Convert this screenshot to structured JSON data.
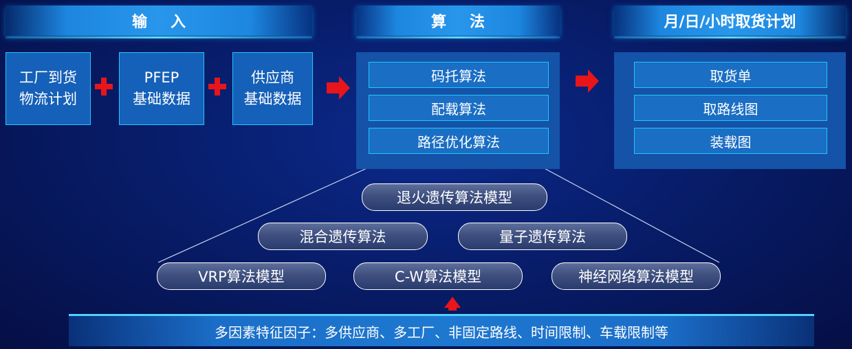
{
  "headers": {
    "input": "输入",
    "algorithm": "算法",
    "plan": "月/日/小时取货计划"
  },
  "inputs": [
    "工厂到货\n物流计划",
    "PFEP\n基础数据",
    "供应商\n基础数据"
  ],
  "algorithms": [
    "码托算法",
    "配载算法",
    "路径优化算法"
  ],
  "outputs": [
    "取货单",
    "取路线图",
    "装载图"
  ],
  "models": {
    "row1": [
      "退火遗传算法模型"
    ],
    "row2": [
      "混合遗传算法",
      "量子遗传算法"
    ],
    "row3": [
      "VRP算法模型",
      "C-W算法模型",
      "神经网络算法模型"
    ]
  },
  "factors": "多因素特征因子：多供应商、多工厂、非固定路线、时间限制、车载限制等",
  "colors": {
    "plus": "#e8151b",
    "arrow": "#e8151b",
    "box_border": "#1ec8ff"
  }
}
